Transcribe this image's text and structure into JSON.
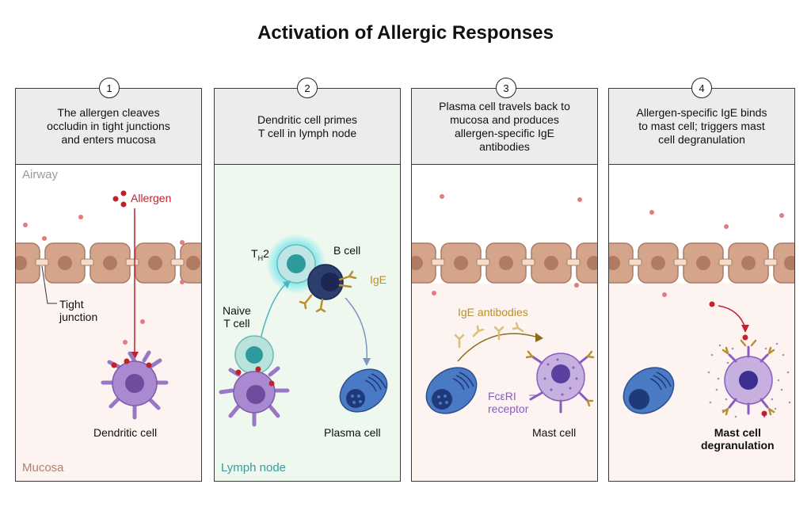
{
  "title": "Activation of Allergic Responses",
  "panels": [
    {
      "number": "1",
      "header": "The allergen cleaves\noccludin in tight junctions\nand enters mucosa",
      "labels": {
        "airway": "Airway",
        "allergen": "Allergen",
        "tight_junction": "Tight\njunction",
        "dendritic_cell": "Dendritic cell",
        "mucosa": "Mucosa"
      }
    },
    {
      "number": "2",
      "header": "Dendritic cell primes\nT cell in lymph node",
      "labels": {
        "th2_main": "T",
        "th2_sub": "H",
        "th2_tail": "2",
        "b_cell": "B cell",
        "ige": "IgE",
        "naive_t_cell": "Naive\nT cell",
        "plasma_cell": "Plasma cell",
        "lymph_node": "Lymph node"
      }
    },
    {
      "number": "3",
      "header": "Plasma cell travels back to\nmucosa and produces\nallergen-specific IgE\nantibodies",
      "labels": {
        "ige_antibodies": "IgE antibodies",
        "fceri_receptor": "FcεRI\nreceptor",
        "mast_cell": "Mast cell"
      }
    },
    {
      "number": "4",
      "header": "Allergen-specific IgE binds\nto mast cell; triggers mast\ncell degranulation",
      "labels": {
        "degranulation": "Mast cell\ndegranulation"
      }
    }
  ],
  "colors": {
    "allergen_red": "#c0212a",
    "ige_gold": "#b8902e",
    "receptor_purple": "#8a5cc0",
    "airway_gray": "#9a9a9a",
    "mucosa_brown": "#b08070",
    "lymph_teal": "#3a9aa0"
  }
}
